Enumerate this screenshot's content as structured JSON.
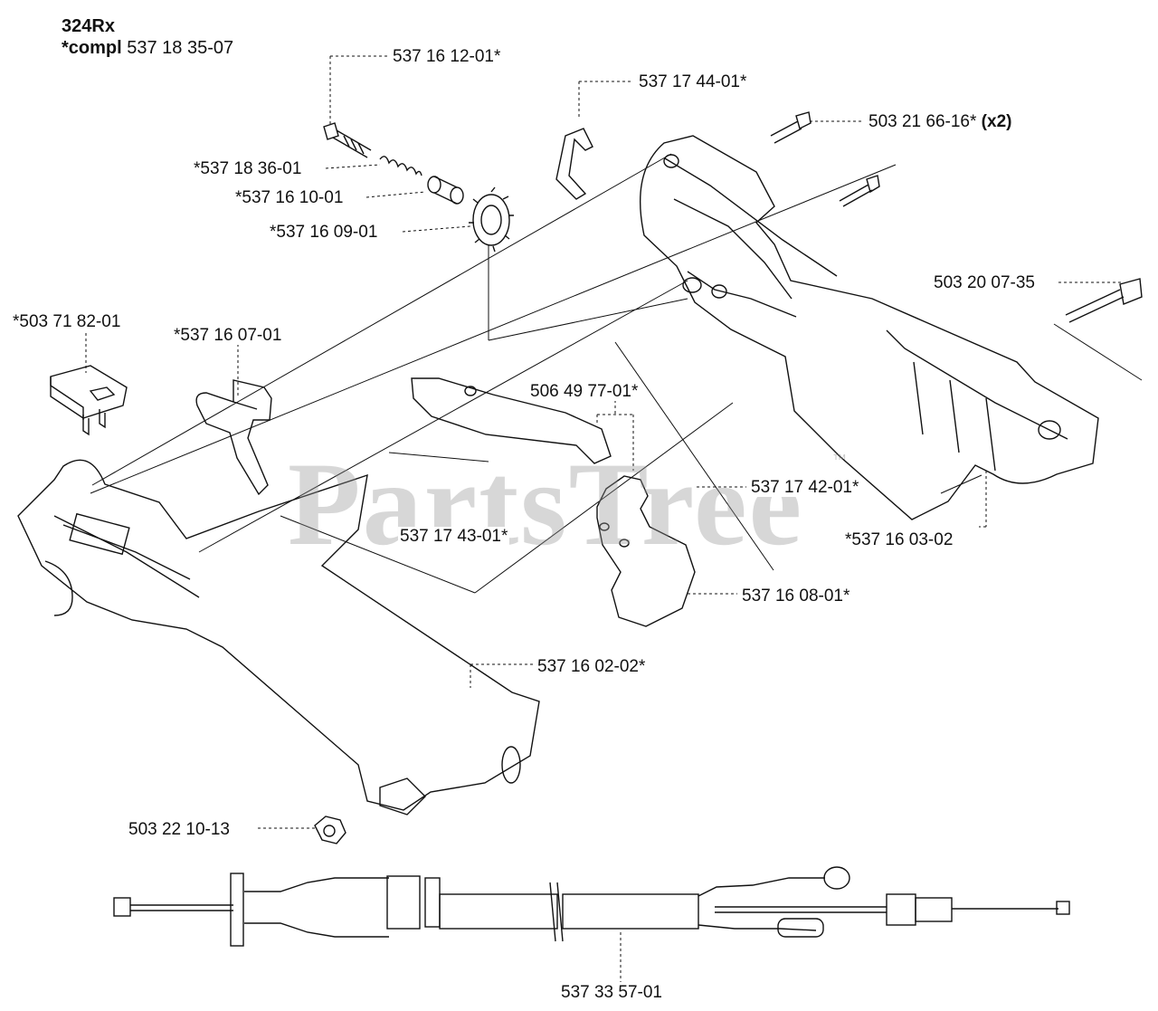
{
  "header": {
    "model": "324Rx",
    "compl_prefix": "*compl",
    "compl_number": "537 18 35-07"
  },
  "watermark": {
    "text": "PartsTree",
    "trademark": "™"
  },
  "parts": [
    {
      "id": "p1",
      "text": "537 16 12-01*"
    },
    {
      "id": "p2",
      "text": "537 17 44-01*"
    },
    {
      "id": "p3",
      "text": "503 21 66-16*",
      "suffix": "(x2)"
    },
    {
      "id": "p4",
      "text": "*537 18 36-01"
    },
    {
      "id": "p5",
      "text": "*537 16 10-01"
    },
    {
      "id": "p6",
      "text": "*537 16 09-01"
    },
    {
      "id": "p7",
      "text": "503 20 07-35"
    },
    {
      "id": "p8",
      "text": "*503 71 82-01"
    },
    {
      "id": "p9",
      "text": "*537 16 07-01"
    },
    {
      "id": "p10",
      "text": "506 49 77-01*"
    },
    {
      "id": "p11",
      "text": "537 17 42-01*"
    },
    {
      "id": "p12",
      "text": "537 17 43-01*"
    },
    {
      "id": "p13",
      "text": "*537 16 03-02"
    },
    {
      "id": "p14",
      "text": "537 16 08-01*"
    },
    {
      "id": "p15",
      "text": "537 16 02-02*"
    },
    {
      "id": "p16",
      "text": "503 22 10-13"
    },
    {
      "id": "p17",
      "text": "537 33 57-01"
    }
  ]
}
